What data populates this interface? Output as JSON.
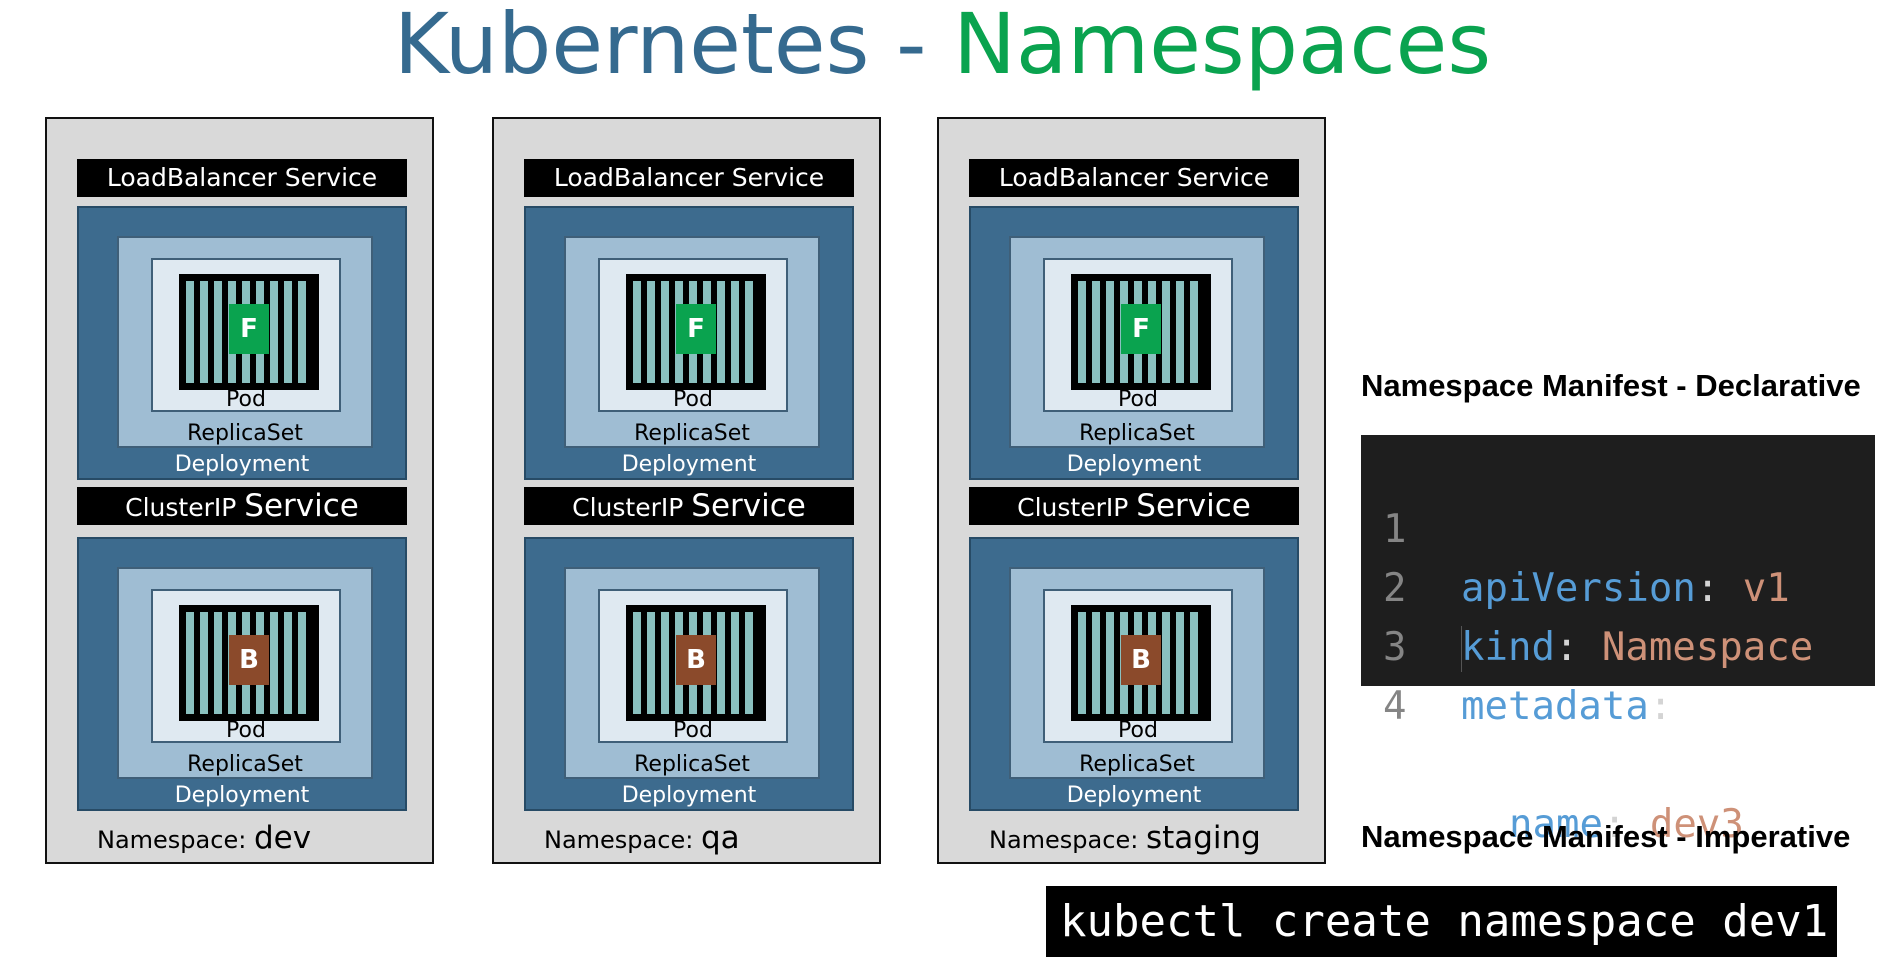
{
  "title": {
    "part1": "Kubernetes - ",
    "part2": "Namespaces"
  },
  "colors": {
    "title_blue": "#356a8f",
    "title_green": "#0aa34f",
    "frontend_badge": "#0aa34f",
    "backend_badge": "#8b4a2b",
    "deployment": "#3d6b8e",
    "replicaset": "#9fbdd3",
    "pod": "#dfe9f1",
    "container": "#8ac0bf"
  },
  "labels": {
    "lb_service": "LoadBalancer Service",
    "clusterip_a": "ClusterIP",
    "clusterip_b": "Service",
    "pod": "Pod",
    "replicaset": "ReplicaSet",
    "deployment": "Deployment",
    "namespace_prefix": "Namespace:",
    "frontend_badge": "F",
    "backend_badge": "B"
  },
  "namespaces": [
    {
      "name": "dev"
    },
    {
      "name": "qa"
    },
    {
      "name": "staging"
    }
  ],
  "declarative": {
    "heading": "Namespace Manifest - Declarative",
    "lines": [
      {
        "num": "1",
        "key": "apiVersion",
        "sep": ": ",
        "value": "v1"
      },
      {
        "num": "2",
        "key": "kind",
        "sep": ": ",
        "value": "Namespace"
      },
      {
        "num": "3",
        "key": "metadata",
        "sep": ":",
        "value": ""
      },
      {
        "num": "4",
        "key": "name",
        "sep": ": ",
        "value": "dev3"
      }
    ]
  },
  "imperative": {
    "heading": "Namespace Manifest - Imperative",
    "command": "kubectl create namespace dev1"
  }
}
